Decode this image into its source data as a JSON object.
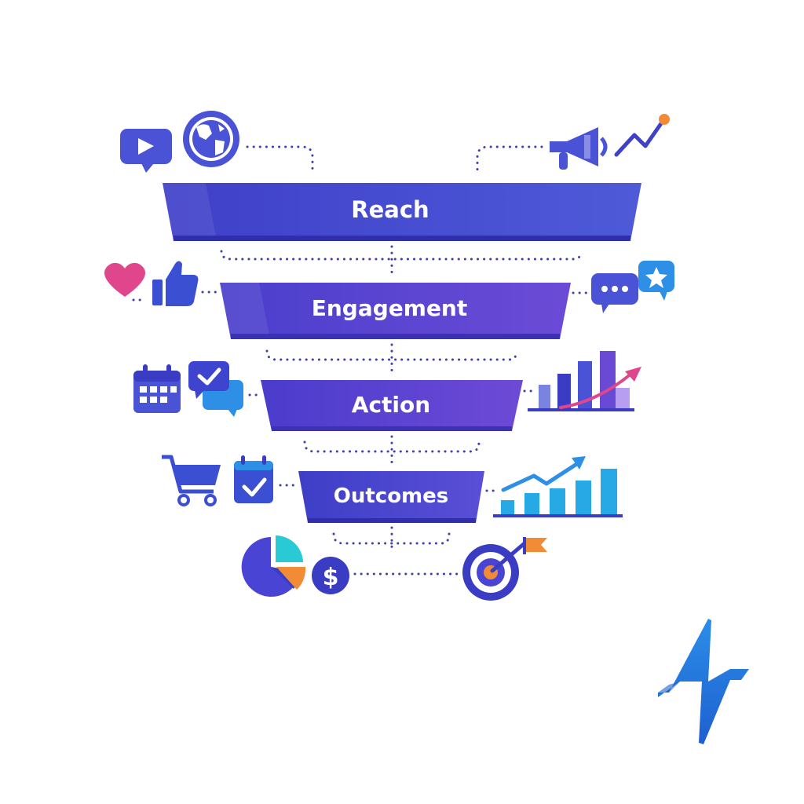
{
  "funnel": {
    "stages": [
      {
        "label": "Reach"
      },
      {
        "label": "Engagement"
      },
      {
        "label": "Action"
      },
      {
        "label": "Outcomes"
      }
    ]
  },
  "colors": {
    "primary": "#4a4fd6",
    "primary_dark": "#3b3cc4",
    "violet": "#6a49d4",
    "blue": "#2d8fe6",
    "sky": "#27a9e6",
    "pink": "#e0468c",
    "orange": "#f28b36",
    "teal": "#2ac9d6",
    "dotted": "#3f41a8"
  },
  "icons": {
    "reach_left": [
      "video-play-icon",
      "globe-icon"
    ],
    "reach_right": [
      "megaphone-icon",
      "trend-line-icon"
    ],
    "engagement_left": [
      "heart-icon",
      "thumbs-up-icon"
    ],
    "engagement_right": [
      "chat-bubbles-icon",
      "star-review-icon"
    ],
    "action_left": [
      "calendar-icon",
      "chat-check-icon"
    ],
    "action_right": [
      "growth-bar-chart-icon"
    ],
    "outcomes_left": [
      "shopping-cart-icon",
      "calendar-check-icon"
    ],
    "outcomes_right": [
      "rising-bar-chart-icon"
    ],
    "results": [
      "pie-chart-icon",
      "dollar-coin-icon",
      "target-icon"
    ]
  },
  "logo": {
    "name": "brand-logo-icon"
  },
  "dollar_symbol": "$"
}
